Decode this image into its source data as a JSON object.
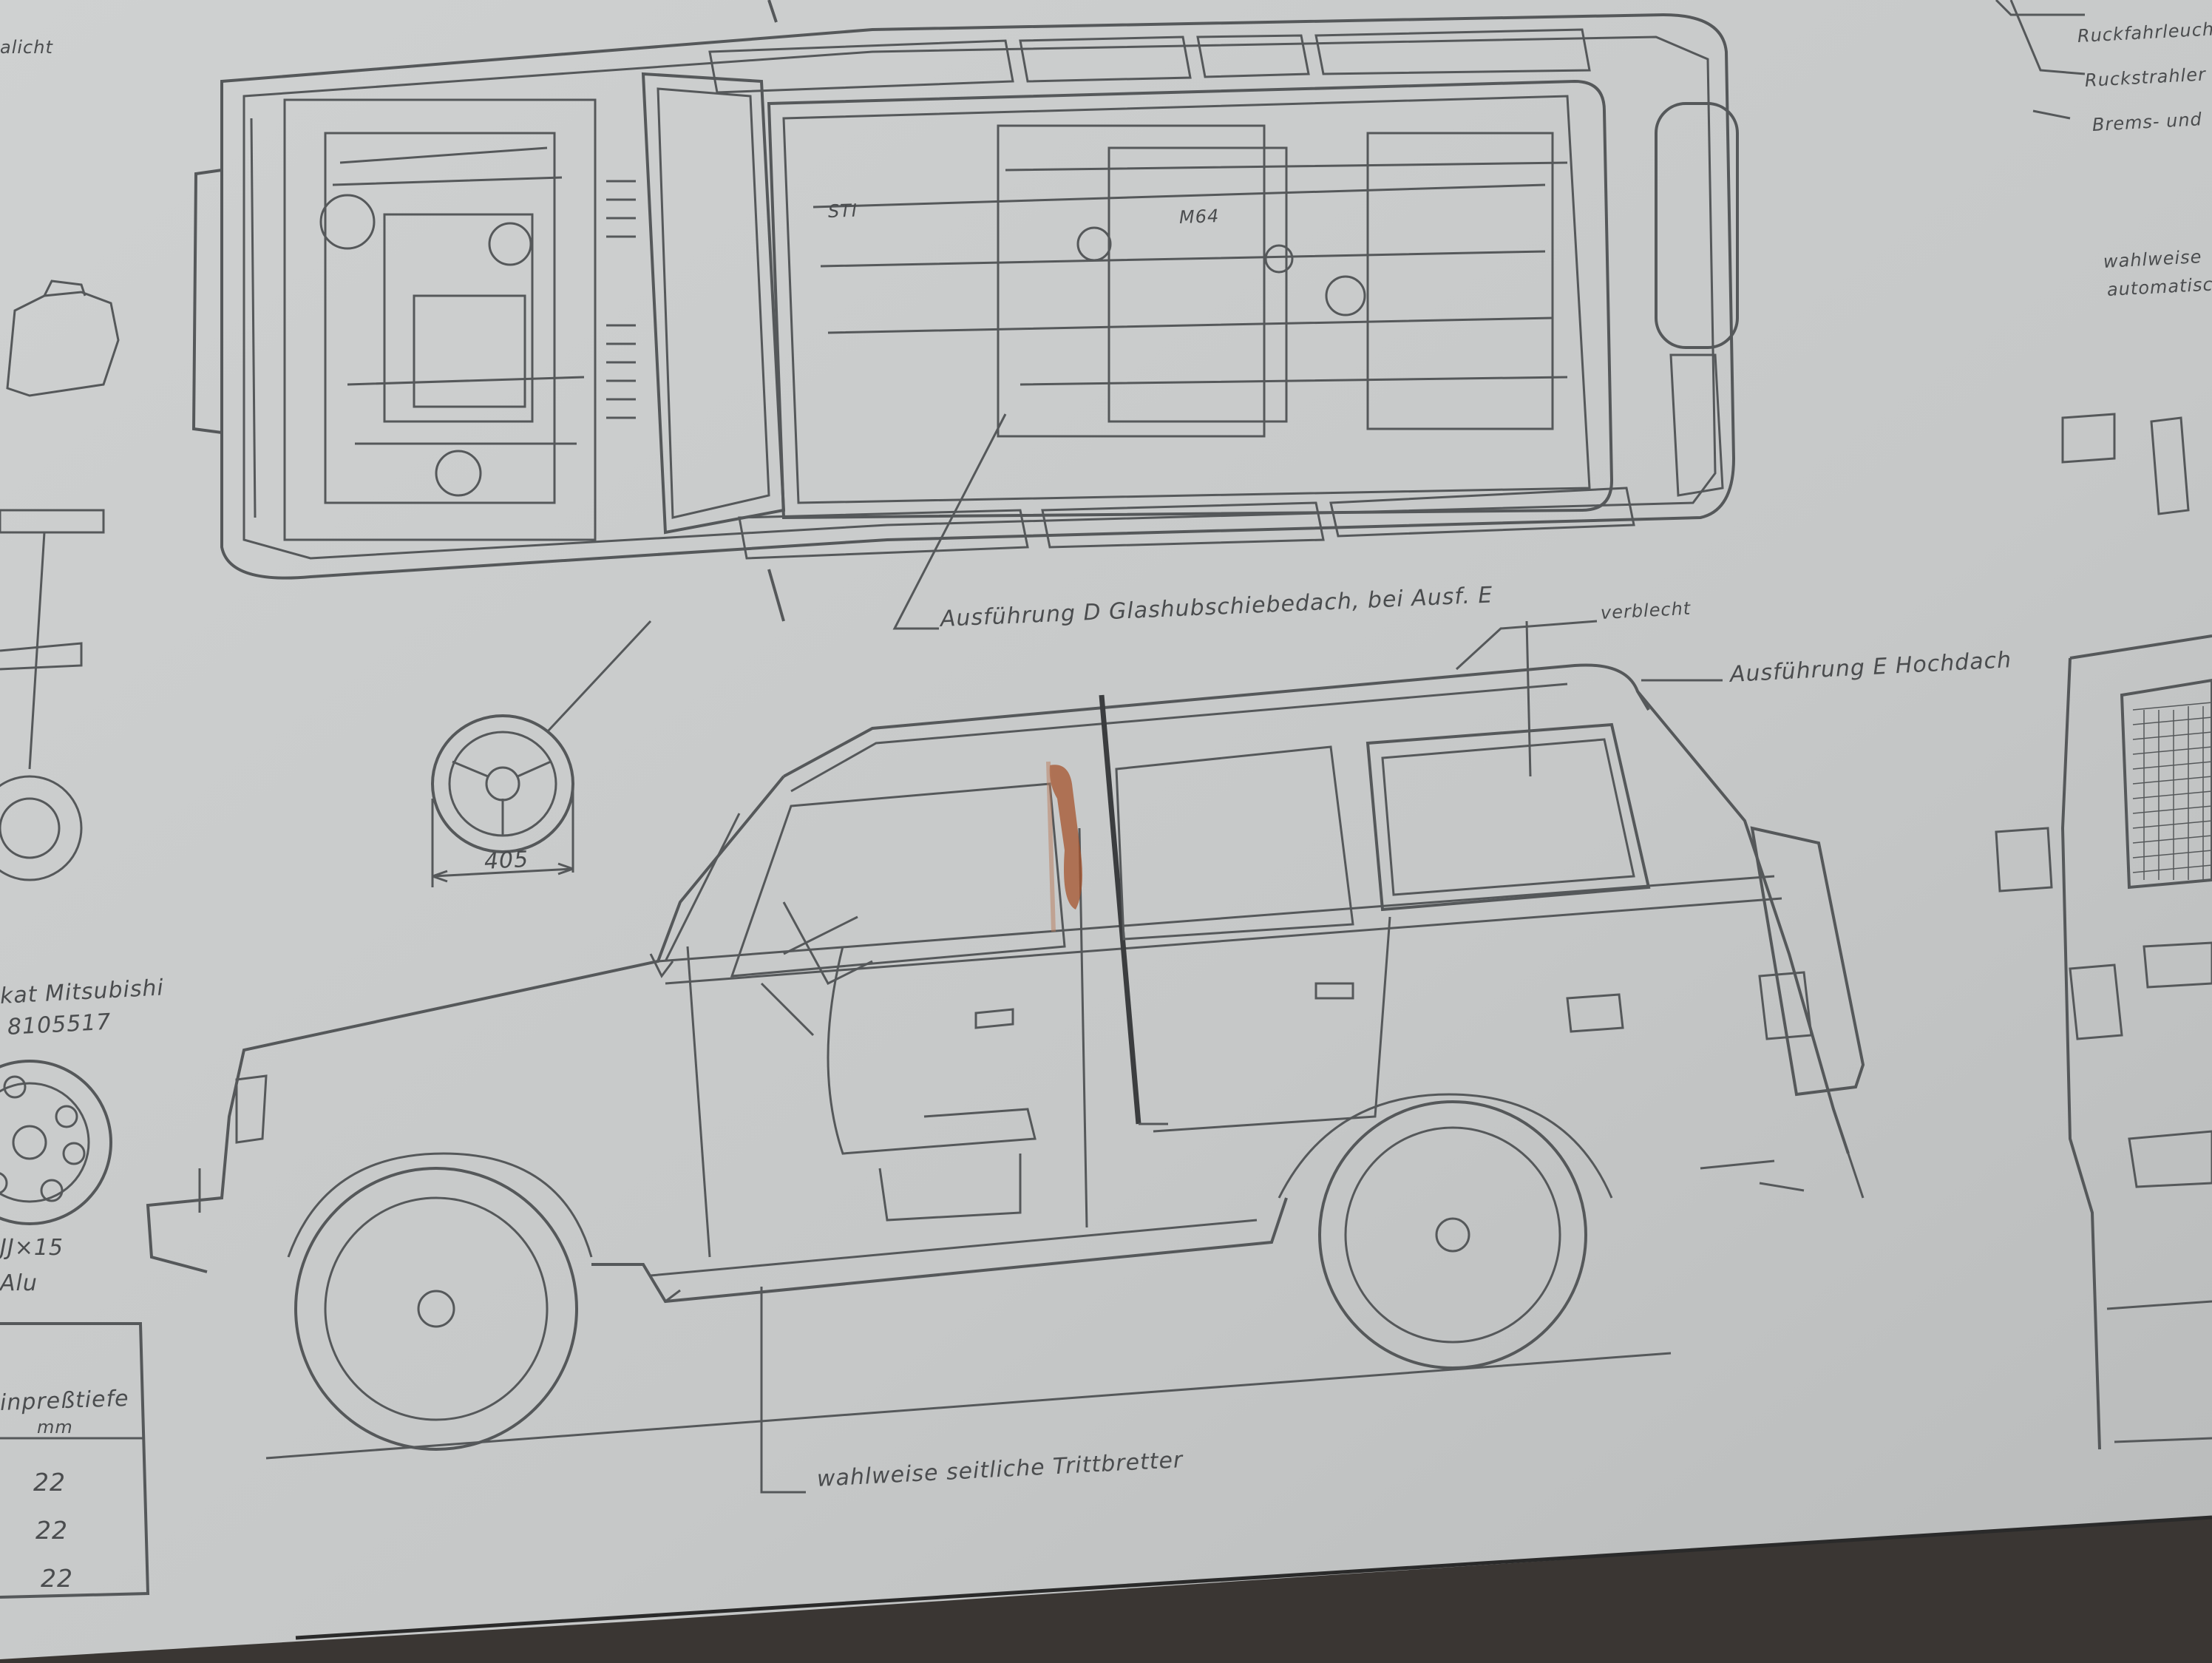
{
  "labels": {
    "top_left_1": "alicht",
    "rear_1": "Ruckfahrleuch",
    "rear_2": "Ruckstrahler",
    "rear_3": "Brems- und",
    "opt_1": "wahlweise",
    "opt_2": "automatisc",
    "roof_d": "Ausführung D  Glashubschiebedach,  bei  Ausf. E",
    "faded": "verblecht",
    "roof_e": "Ausführung E  Hochdach",
    "steering_dim": "405",
    "wheel_brand": "kat Mitsubishi",
    "wheel_part": "8105517",
    "wheel_size": "JJ×15",
    "wheel_mat": "Alu",
    "code_1": "STI",
    "code_2": "M64",
    "side_step": "wahlweise  seitliche  Trittbretter",
    "table_head_1": "inpreßtiefe",
    "table_head_2": "mm",
    "table_values": [
      "22",
      "22",
      "22"
    ]
  },
  "colors": {
    "paper": "#c7c9c9",
    "ink": "#4a4c4e",
    "stain": "#a5532c",
    "background": "#3a3633"
  }
}
